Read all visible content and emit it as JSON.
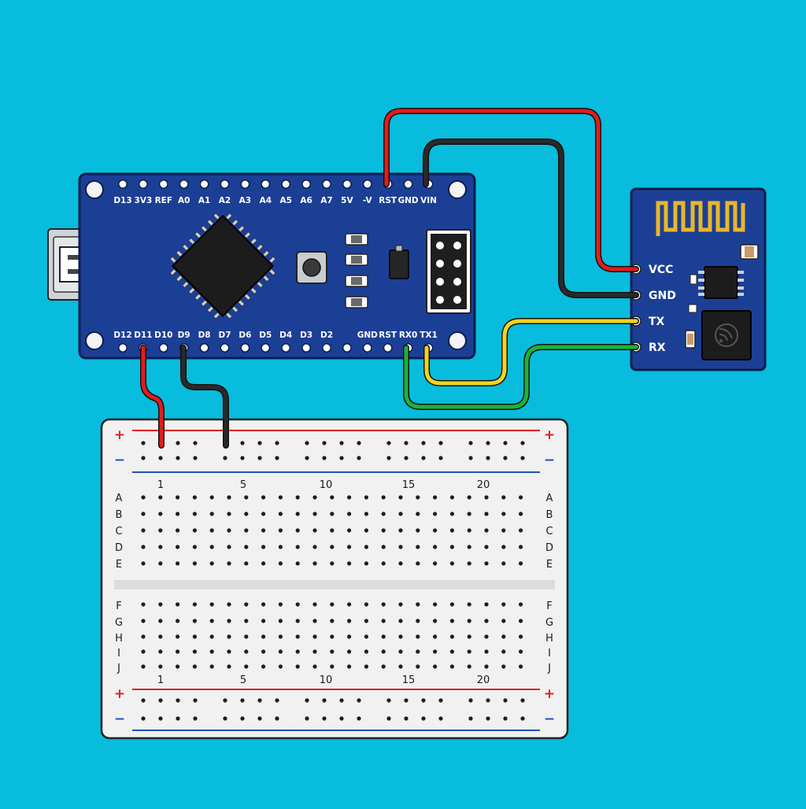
{
  "nano": {
    "top_pins": [
      "D13",
      "3V3",
      "REF",
      "A0",
      "A1",
      "A2",
      "A3",
      "A4",
      "A5",
      "A6",
      "A7",
      "5V",
      "-V",
      "RST",
      "GND",
      "VIN"
    ],
    "bottom_pins": [
      "D12",
      "D11",
      "D10",
      "D9",
      "D8",
      "D7",
      "D6",
      "D5",
      "D4",
      "D3",
      "D2",
      "",
      "GND",
      "RST",
      "RX0",
      "TX1"
    ]
  },
  "esp": {
    "pins": [
      "VCC",
      "GND",
      "TX",
      "RX"
    ]
  },
  "breadboard": {
    "column_numbers": [
      "1",
      "5",
      "10",
      "15",
      "20"
    ],
    "rows_top": [
      "A",
      "B",
      "C",
      "D",
      "E"
    ],
    "rows_bottom": [
      "F",
      "G",
      "H",
      "I",
      "J"
    ],
    "rail_plus": "+",
    "rail_minus": "−"
  },
  "colors": {
    "background": "#07bcdc",
    "pcb": "#1c3f96",
    "wire_red": "#e31b1b",
    "wire_black": "#1a1a1a",
    "wire_yellow": "#f2d41f",
    "wire_green": "#1bb33a"
  }
}
